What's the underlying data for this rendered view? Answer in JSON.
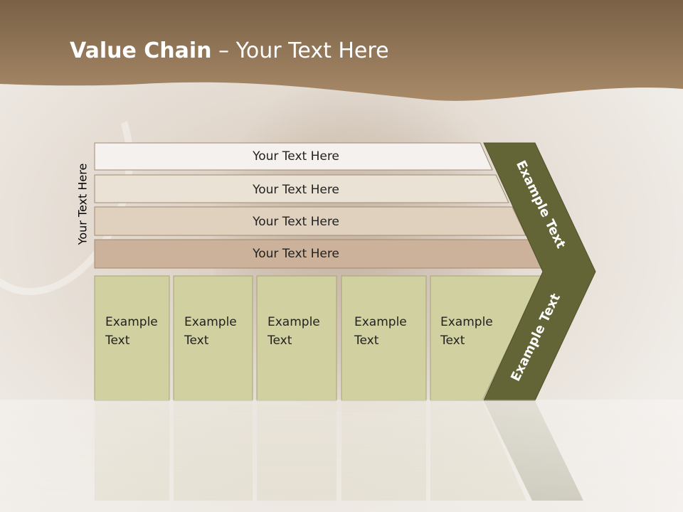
{
  "title": {
    "bold": "Value Chain",
    "rest": " – Your Text Here"
  },
  "side_label": "Your Text Here",
  "bars": [
    {
      "label": "Your Text Here",
      "color": "#f4f1ee"
    },
    {
      "label": "Your Text Here",
      "color": "#ebe2d6"
    },
    {
      "label": "Your Text Here",
      "color": "#e0d0be"
    },
    {
      "label": "Your Text Here",
      "color": "#ccb29a"
    }
  ],
  "boxes": [
    {
      "line1": "Example",
      "line2": "Text"
    },
    {
      "line1": "Example",
      "line2": "Text"
    },
    {
      "line1": "Example",
      "line2": "Text"
    },
    {
      "line1": "Example",
      "line2": "Text"
    },
    {
      "line1": "Example",
      "line2": "Text"
    }
  ],
  "arrow_top": "Example Text",
  "arrow_bottom": "Example Text",
  "colors": {
    "header_brown": "#8a7052",
    "box_fill": "#d0d0a0",
    "arrow_fill": "#636536",
    "bar_border": "#a08a72"
  }
}
